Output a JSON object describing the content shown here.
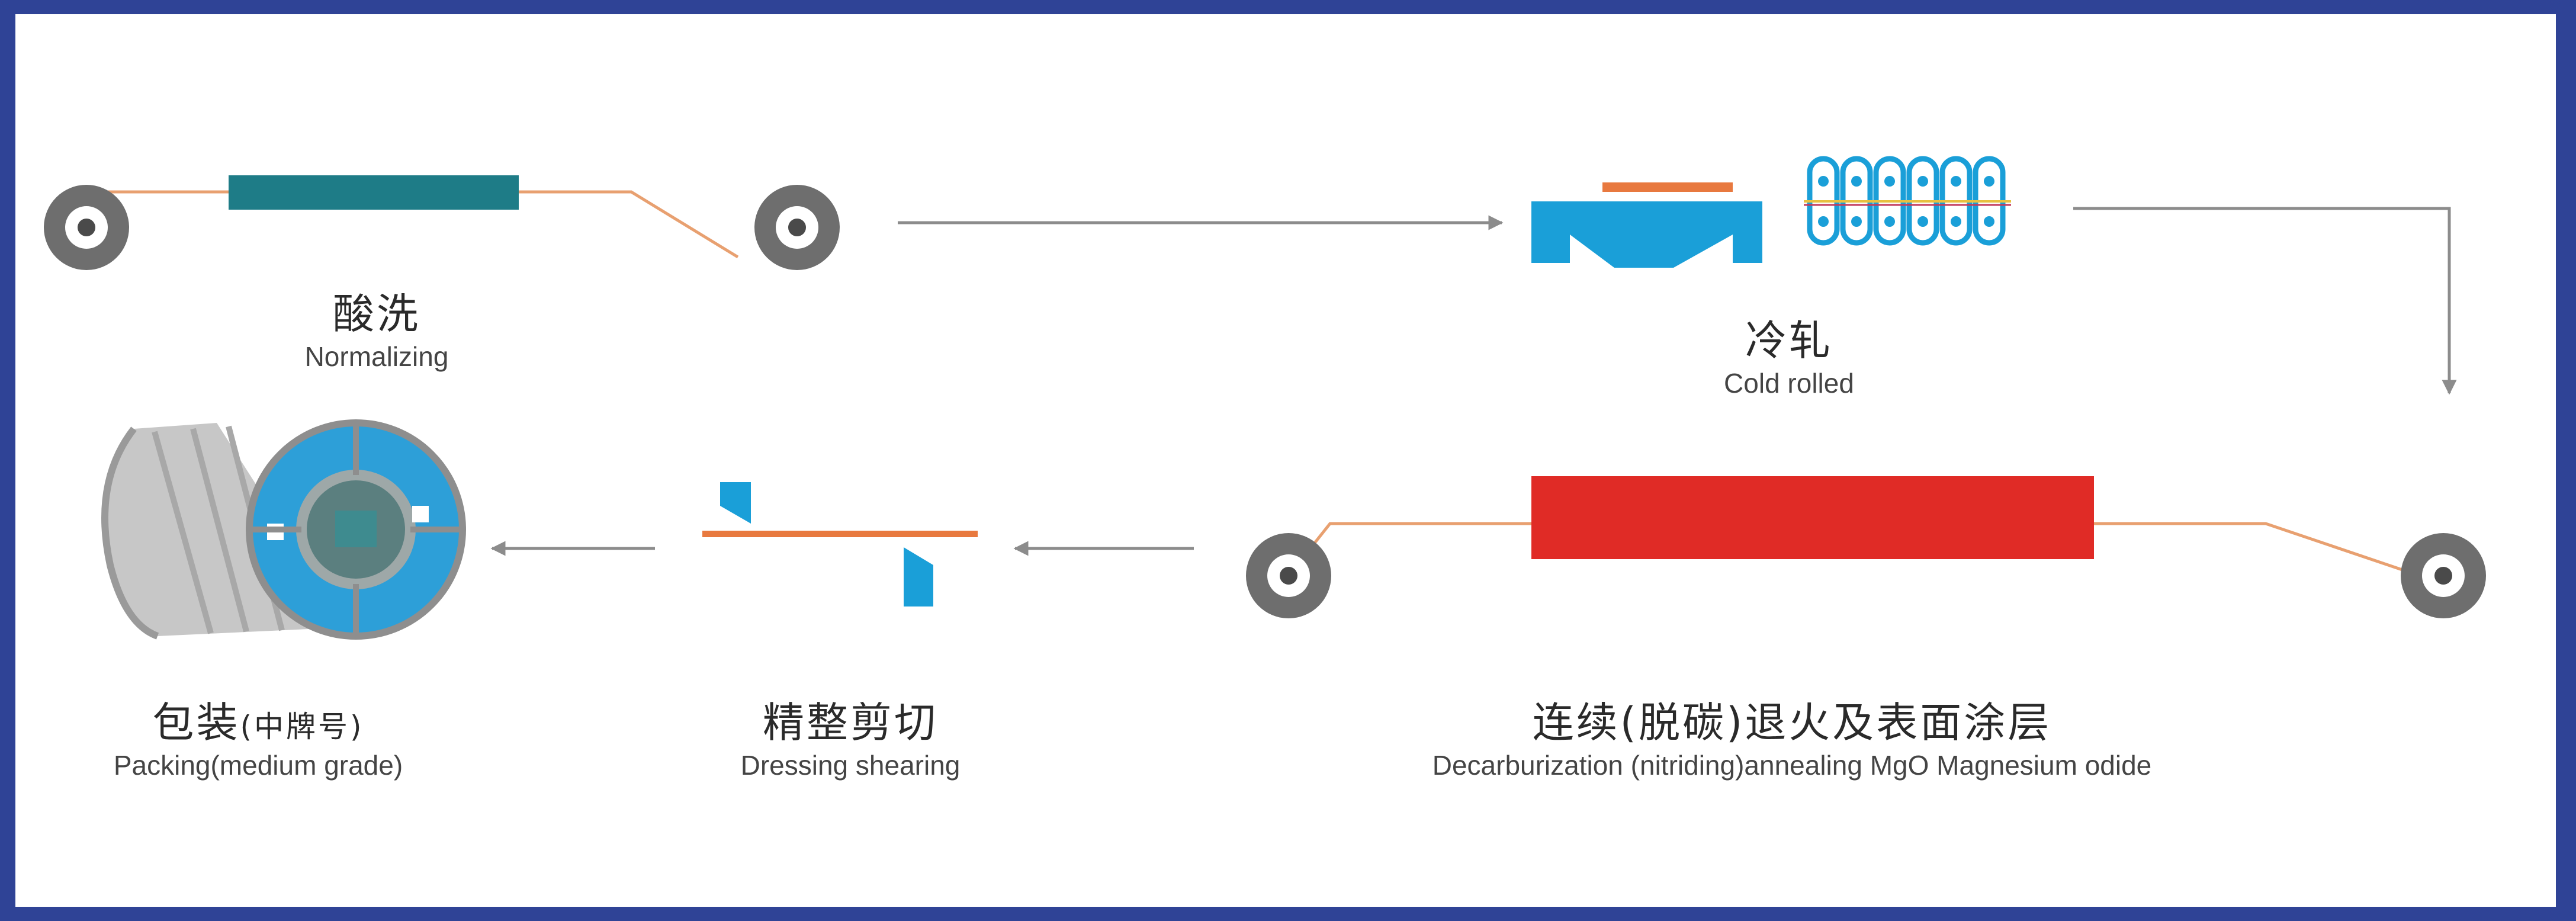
{
  "steps": [
    {
      "id": "pickling",
      "cn": "酸洗",
      "en": "Normalizing"
    },
    {
      "id": "cold-rolling",
      "cn": "冷轧",
      "en": "Cold rolled"
    },
    {
      "id": "annealing",
      "cn": "连续(脱碳)退火及表面涂层",
      "en": "Decarburization (nitriding)annealing MgO Magnesium odide"
    },
    {
      "id": "shearing",
      "cn": "精整剪切",
      "en": "Dressing shearing"
    },
    {
      "id": "packing",
      "cn": "包装",
      "cn_note": "(中牌号)",
      "en": "Packing(medium grade)"
    }
  ],
  "colors": {
    "frame": "#2f4396",
    "teal_bar": "#1e7c87",
    "furnace_red": "#e02b26",
    "process_blue": "#1a9fd8",
    "strip_orange": "#e8793f",
    "roll_gray": "#6e6e6e",
    "arrow_gray": "#8c8c8c"
  }
}
